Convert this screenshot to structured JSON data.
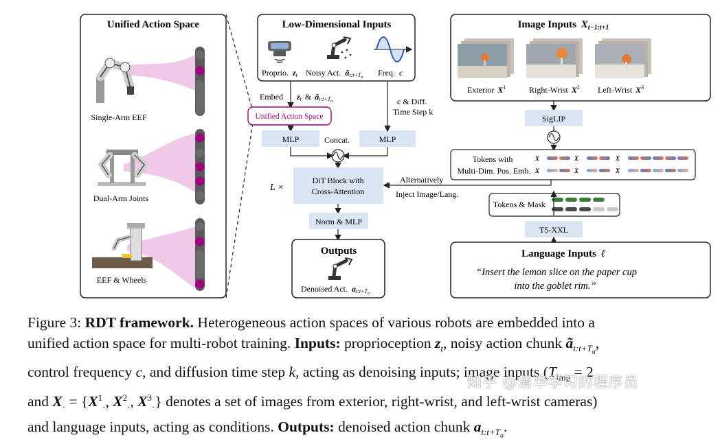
{
  "panels": {
    "unified_action_space": {
      "title": "Unified Action Space",
      "robots": [
        "Single-Arm EEF",
        "Dual-Arm Joints",
        "EEF & Wheels"
      ]
    },
    "low_dim_inputs": {
      "title": "Low-Dimensional Inputs",
      "items": [
        {
          "name": "Proprio.",
          "symbol": "z",
          "sub": "t"
        },
        {
          "name": "Noisy Act.",
          "symbol": "ã",
          "sub": "t:t+T",
          "subsub": "a"
        },
        {
          "name": "Freq.",
          "symbol": "c"
        }
      ]
    },
    "image_inputs": {
      "title": "Image Inputs",
      "title_symbol": "X",
      "title_sub": "t−1:t+1",
      "views": [
        {
          "name": "Exterior",
          "symbol": "X",
          "sup": "1"
        },
        {
          "name": "Right-Wrist",
          "symbol": "X",
          "sup": "2"
        },
        {
          "name": "Left-Wrist",
          "symbol": "X",
          "sup": "3"
        }
      ]
    },
    "outputs": {
      "title": "Outputs",
      "item": "Denoised Act.",
      "symbol": "a",
      "sub": "t:t+T",
      "subsub": "a"
    },
    "language_inputs": {
      "title": "Language Inputs",
      "symbol": "ℓ",
      "quote_line1": "“Insert the lemon slice on the paper cup",
      "quote_line2": "into the goblet rim.”"
    }
  },
  "blocks": {
    "embed": "Embed",
    "embed_formula_z": "z",
    "embed_formula_amp": "&",
    "unified_action_space": "Unified Action Space",
    "mlp_left": "MLP",
    "mlp_right": "MLP",
    "concat": "Concat.",
    "c_diff": "c & Diff.",
    "time_step": "Time Step k",
    "dit_line1": "DiT Block with",
    "dit_line2": "Cross-Attention",
    "l_times": "L ×",
    "norm_mlp": "Norm & MLP",
    "alternatively": "Alternatively",
    "inject": "Inject Image/Lang.",
    "siglip": "SigLIP",
    "tokens_with_line1": "Tokens with",
    "tokens_with_line2": "Multi-Dim. Pos. Emb.",
    "tokens_mask": "Tokens & Mask",
    "t5": "T5-XXL"
  },
  "caption": {
    "label": "Figure 3:",
    "title": "RDT framework.",
    "text1": "Heterogeneous action spaces of various robots are embedded into a",
    "line2_a": "unified action space for multi-robot training.",
    "inputs_label": "Inputs:",
    "line2_b": "proprioception",
    "line2_c": ", noisy action chunk",
    "line3_a": "control frequency",
    "line3_b": ", and diffusion time step",
    "line3_c": ", acting as denoising inputs; image inputs (",
    "line3_d": " = 2",
    "line4_a": "and",
    "line4_b": " denotes a set of images from exterior, right-wrist, and left-wrist cameras)",
    "line5_a": "and language inputs, acting as conditions.",
    "outputs_label": "Outputs:",
    "line5_b": "denoised action chunk"
  },
  "watermark": "知乎 @清华学习的程序员",
  "colors": {
    "block_blue": "#dbe6f5",
    "pink": "#d886c8",
    "magenta": "#a0007d",
    "token_green": "#3e7b3b",
    "dark_gray": "#5b5b5b"
  }
}
